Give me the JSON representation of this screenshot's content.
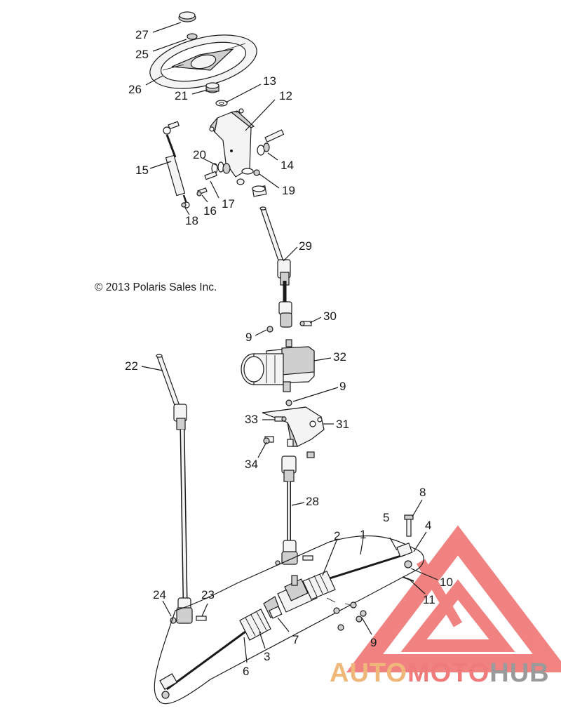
{
  "copyright": "© 2013 Polaris Sales Inc.",
  "watermark": {
    "part1": "AUTO",
    "part2": "MOTO",
    "part3": "HUB",
    "colors": {
      "auto": "#f0b77a",
      "moto": "#f07b7b",
      "hub": "#9a9a9a",
      "logo": "#ee6d6d"
    }
  },
  "callouts": {
    "c27": "27",
    "c25": "25",
    "c26": "26",
    "c21": "21",
    "c13": "13",
    "c12": "12",
    "c15": "15",
    "c20": "20",
    "c14": "14",
    "c19": "19",
    "c16": "16",
    "c17": "17",
    "c18": "18",
    "c29": "29",
    "c30": "30",
    "c9a": "9",
    "c32": "32",
    "c22": "22",
    "c9b": "9",
    "c33": "33",
    "c31": "31",
    "c34": "34",
    "c28": "28",
    "c8": "8",
    "c5": "5",
    "c4": "4",
    "c2": "2",
    "c1": "1",
    "c10": "10",
    "c11": "11",
    "c24": "24",
    "c23": "23",
    "c7": "7",
    "c9c": "9",
    "c6": "6",
    "c3": "3"
  }
}
